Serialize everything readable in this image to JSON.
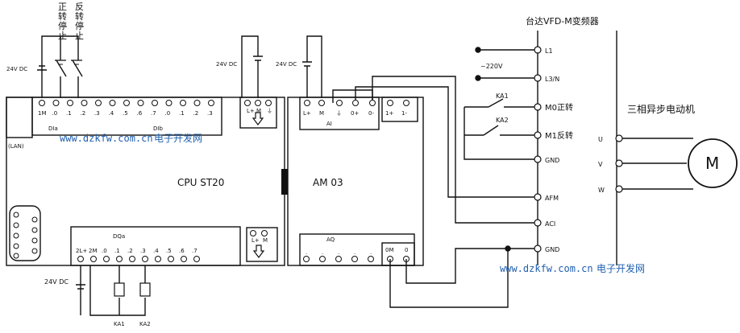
{
  "plc": {
    "cpu_label": "CPU  ST20",
    "lan_label": "(LAN)",
    "dia_label": "DIa",
    "dib_label": "DIb",
    "dqa_label": "DQa",
    "di_terminals": [
      "1M",
      ".0",
      ".1",
      ".2",
      ".3",
      ".4",
      ".5",
      ".6",
      ".7",
      ".0",
      ".1",
      ".2",
      ".3"
    ],
    "dq_terminals": [
      "2L+",
      "2M",
      ".0",
      ".1",
      ".2",
      ".3",
      ".4",
      ".5",
      ".6",
      ".7"
    ],
    "power_terminals": [
      "L+",
      "M",
      "⏚"
    ]
  },
  "am": {
    "label": "AM 03",
    "ai_label": "AI",
    "aq_label": "AQ",
    "ai_terminals": [
      "L+",
      "M",
      "⏚",
      "0+",
      "0-",
      "1+",
      "1-"
    ],
    "aq_terminals": [
      "0M",
      "0"
    ],
    "aq_dots": [
      ".",
      ".",
      ".",
      ".",
      "."
    ],
    "power_terminals": [
      "L+",
      "M"
    ]
  },
  "switches": {
    "forward_stop": "正转停止",
    "reverse_stop": "反转停止"
  },
  "supply": {
    "dc24_1": "24V DC",
    "dc24_2": "24V DC",
    "dc24_3": "24V DC",
    "dc24_4": "24V DC"
  },
  "relays": {
    "ka1_coil": "KA1",
    "ka2_coil": "KA2",
    "ka1_contact": "KA1",
    "ka2_contact": "KA2"
  },
  "vfd": {
    "title": "台达VFD-M变频器",
    "ac_label": "~220V",
    "terminals": [
      "L1",
      "L3/N",
      "M0正转",
      "M1反转",
      "GND",
      "AFM",
      "ACI",
      "GND"
    ],
    "outputs": [
      "U",
      "V",
      "W"
    ]
  },
  "motor": {
    "label": "三相异步电动机",
    "symbol": "M"
  },
  "watermark": {
    "url1": "www.dzkfw.com.cn",
    "site1": "电子开发网",
    "url2": "www.dzkfw.com.cn",
    "site2": "电子开发网"
  }
}
